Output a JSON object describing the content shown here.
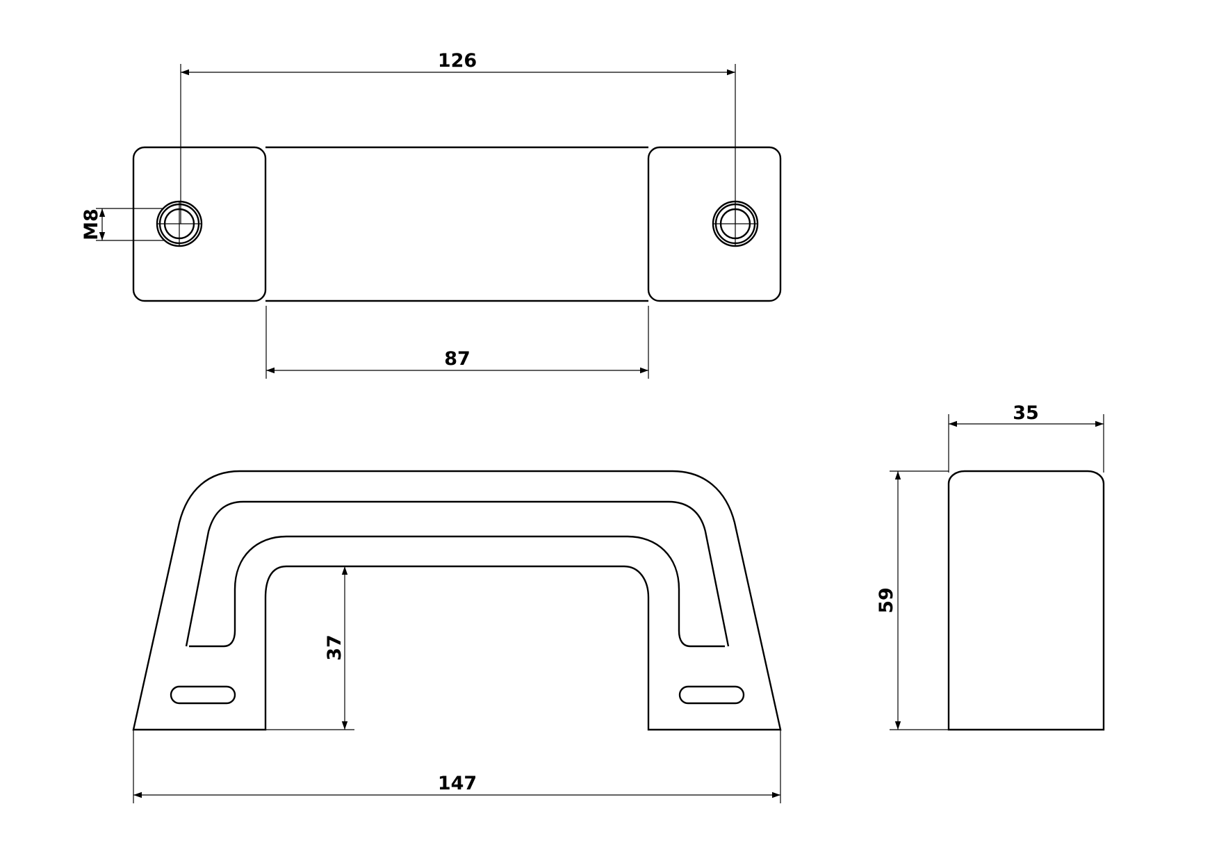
{
  "dimensions": {
    "hole_spacing": "126",
    "thread": "M8",
    "inner_base_span": "87",
    "overall_length": "147",
    "clearance_height": "37",
    "depth": "35",
    "overall_height": "59"
  }
}
